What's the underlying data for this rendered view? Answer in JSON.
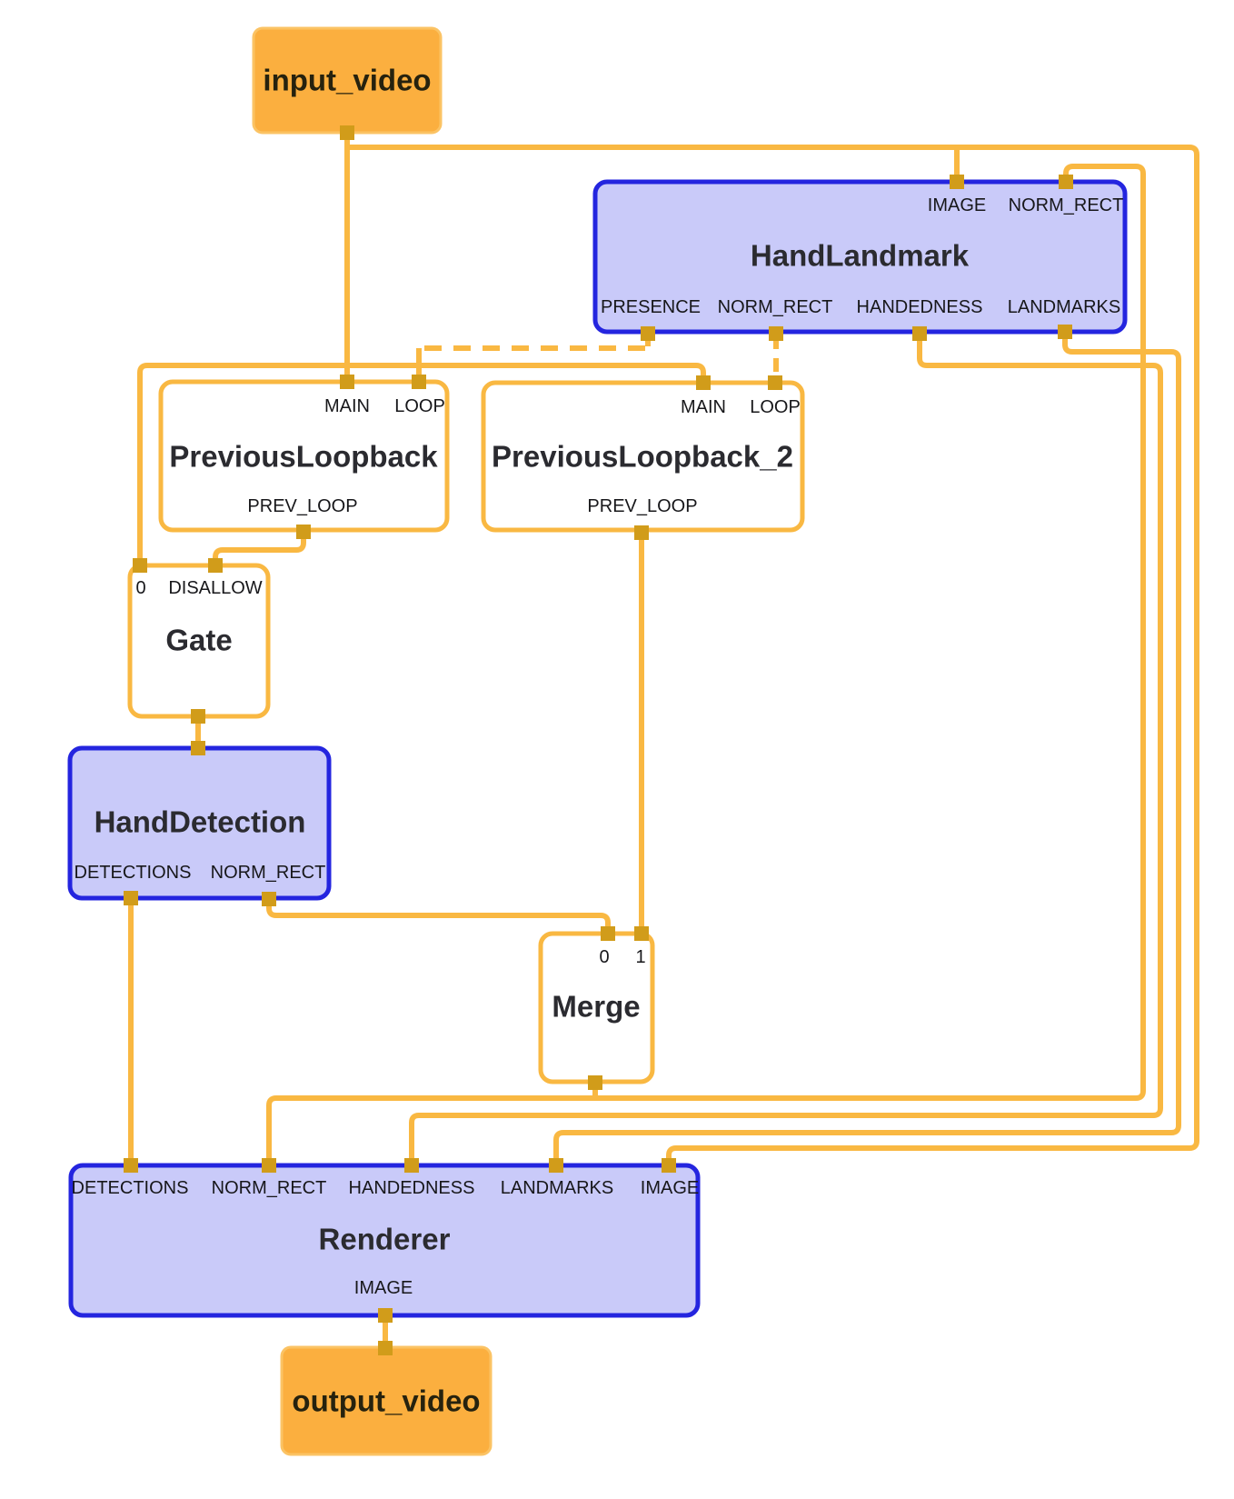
{
  "diagram_type": "mediapipe-graph",
  "colors": {
    "edge": "#F9B842",
    "port": "#D19C1A",
    "stream_node_fill": "#FBAF3F",
    "stream_node_border": "#FBC364",
    "subgraph_node_fill": "#C9CAF9",
    "subgraph_node_border": "#2425DF",
    "calculator_node_border": "#F9B842",
    "calculator_node_fill": "#FFFFFF",
    "title_text": "#2B2B30",
    "label_text": "#17171A"
  },
  "nodes": {
    "input_video": {
      "label": "input_video"
    },
    "output_video": {
      "label": "output_video"
    },
    "hand_landmark": {
      "title": "HandLandmark",
      "in": {
        "image": "IMAGE",
        "norm_rect": "NORM_RECT"
      },
      "out": {
        "presence": "PRESENCE",
        "norm_rect": "NORM_RECT",
        "handedness": "HANDEDNESS",
        "landmarks": "LANDMARKS"
      }
    },
    "previous_loopback": {
      "title": "PreviousLoopback",
      "in": {
        "main": "MAIN",
        "loop": "LOOP"
      },
      "out": {
        "prev_loop": "PREV_LOOP"
      }
    },
    "previous_loopback_2": {
      "title": "PreviousLoopback_2",
      "in": {
        "main": "MAIN",
        "loop": "LOOP"
      },
      "out": {
        "prev_loop": "PREV_LOOP"
      }
    },
    "gate": {
      "title": "Gate",
      "in": {
        "p0": "0",
        "disallow": "DISALLOW"
      }
    },
    "hand_detection": {
      "title": "HandDetection",
      "out": {
        "detections": "DETECTIONS",
        "norm_rect": "NORM_RECT"
      }
    },
    "merge": {
      "title": "Merge",
      "in": {
        "p0": "0",
        "p1": "1"
      }
    },
    "renderer": {
      "title": "Renderer",
      "in": {
        "detections": "DETECTIONS",
        "norm_rect": "NORM_RECT",
        "handedness": "HANDEDNESS",
        "landmarks": "LANDMARKS",
        "image": "IMAGE"
      },
      "out": {
        "image": "IMAGE"
      }
    }
  }
}
